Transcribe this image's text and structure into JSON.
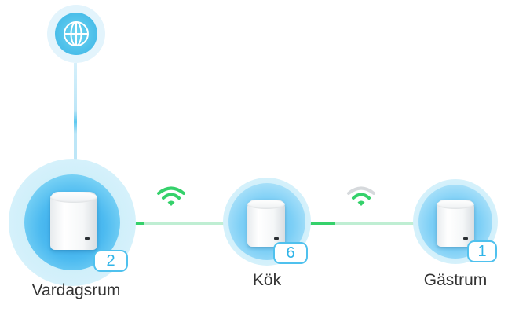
{
  "colors": {
    "accent": "#4fc1ee",
    "signal_good": "#35d16b",
    "signal_weak": "#bfeed3"
  },
  "internet": {
    "icon": "globe-icon"
  },
  "nodes": [
    {
      "name": "Vardagsrum",
      "clients": "2"
    },
    {
      "name": "Kök",
      "clients": "6"
    },
    {
      "name": "Gästrum",
      "clients": "1"
    }
  ],
  "links": [
    {
      "icon": "wifi-strong-icon",
      "signal": 1.0
    },
    {
      "icon": "wifi-medium-icon",
      "signal": 0.5
    }
  ]
}
